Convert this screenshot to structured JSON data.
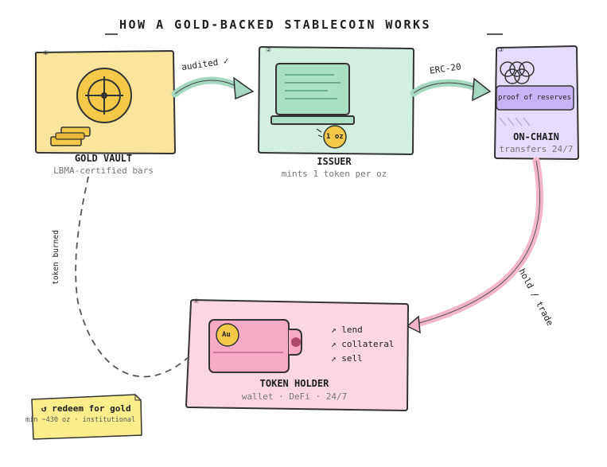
{
  "title": "HOW A GOLD-BACKED STABLECOIN WORKS",
  "nodes": {
    "vault": {
      "step": "①",
      "name": "GOLD VAULT",
      "sub": "LBMA-certified bars"
    },
    "issuer": {
      "step": "②",
      "name": "ISSUER",
      "sub": "mints 1 token per oz",
      "coin_label": "1 oz"
    },
    "onchain": {
      "step": "③",
      "name": "ON-CHAIN",
      "sub": "transfers 24/7",
      "panel_label": "proof of reserves"
    },
    "holder": {
      "step": "④",
      "name": "TOKEN HOLDER",
      "sub": "wallet · DeFi · 24/7",
      "coin_label": "Au",
      "uses": [
        "↗ lend",
        "↗ collateral",
        "↗ sell"
      ]
    }
  },
  "edges": {
    "audited": "audited ✓",
    "erc20": "ERC-20",
    "hold_trade": "hold / trade",
    "token_burned": "token burned"
  },
  "redeem_note": {
    "title": "↺ redeem for gold",
    "sub": "min ~430 oz · institutional"
  },
  "colors": {
    "vault": "#fbe49c",
    "issuer": "#d2efdf",
    "onchain": "#e6dcfd",
    "holder": "#fdd6e4",
    "arrow_green": "#a4d8c0",
    "arrow_pink": "#f3b6c8",
    "note": "#fdee8d"
  }
}
